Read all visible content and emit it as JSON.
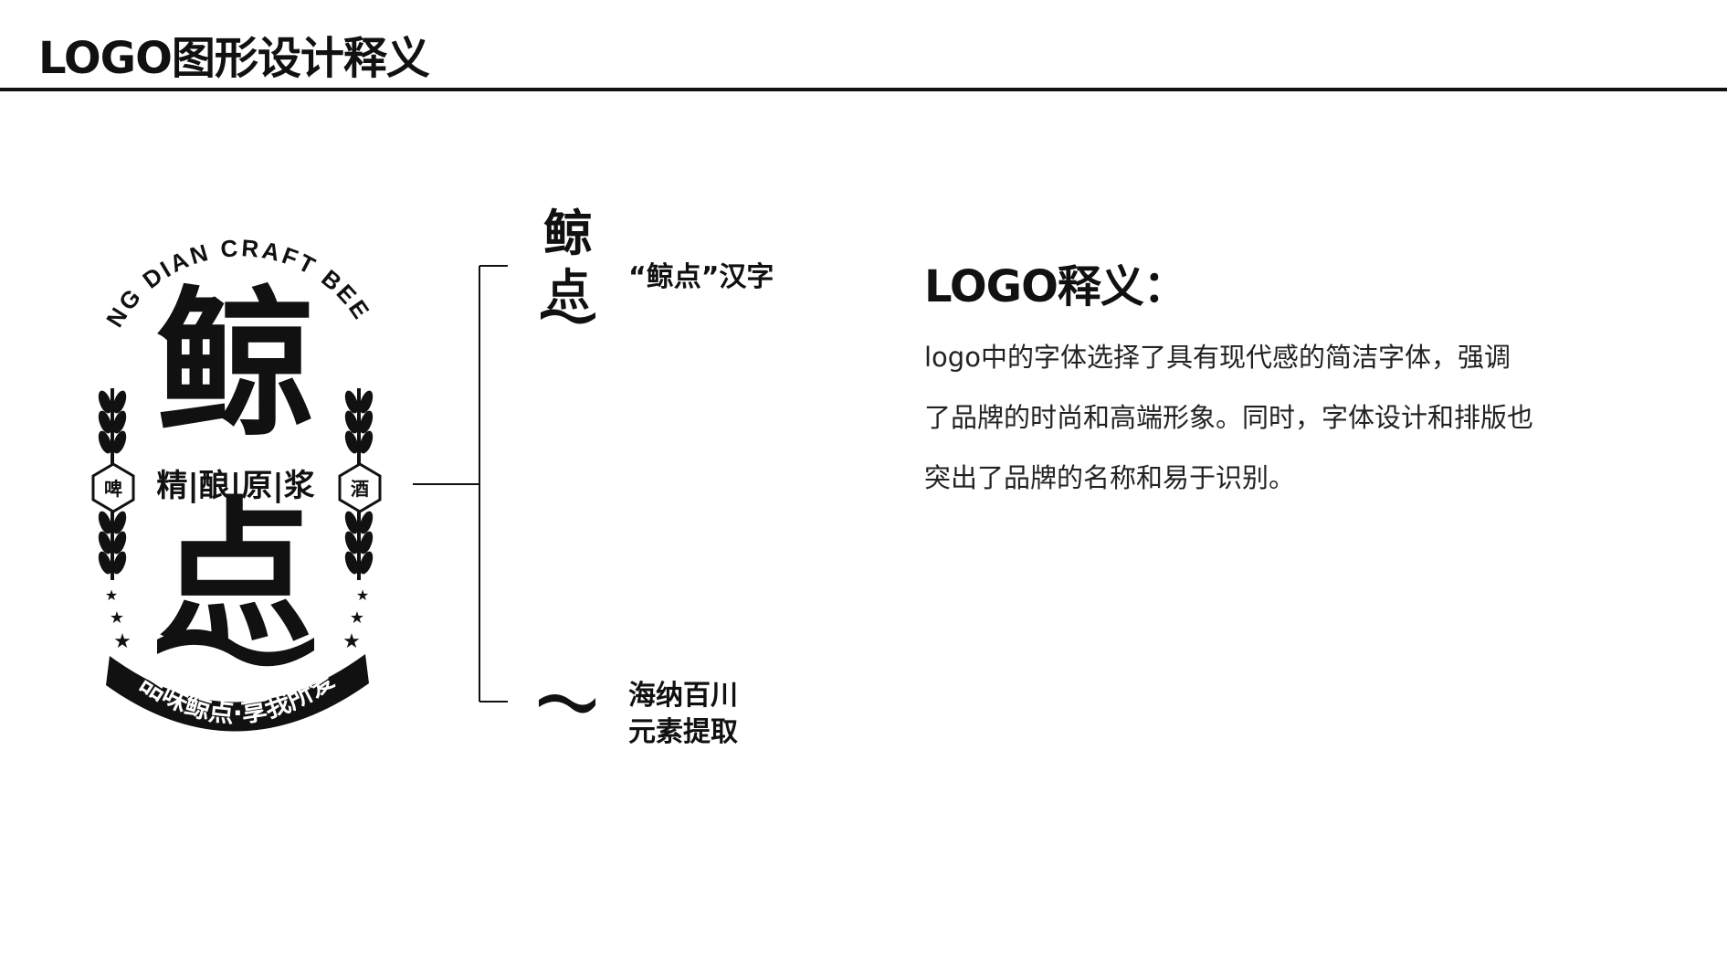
{
  "page": {
    "title": "LOGO图形设计释义"
  },
  "logo": {
    "arc_text": "JING DIAN CRAFT BEER",
    "main_char_top": "鲸",
    "main_char_bottom": "点",
    "middle_text": "精|酿|原|浆",
    "left_badge": "啤",
    "right_badge": "酒",
    "banner_text": "品味鲸点·享我所爱"
  },
  "callouts": {
    "hanzi_icon_top": "鲸",
    "hanzi_icon_bottom": "点",
    "hanzi_label": "“鲸点”汉字",
    "element_label_line1": "海纳百川",
    "element_label_line2": "元素提取"
  },
  "explanation": {
    "heading": "LOGO释义：",
    "lines": [
      "logo中的字体选择了具有现代感的简洁字体，强调",
      "了品牌的时尚和高端形象。同时，字体设计和排版也",
      "突出了品牌的名称和易于识别。"
    ]
  },
  "colors": {
    "ink": "#111111",
    "background": "#ffffff"
  }
}
